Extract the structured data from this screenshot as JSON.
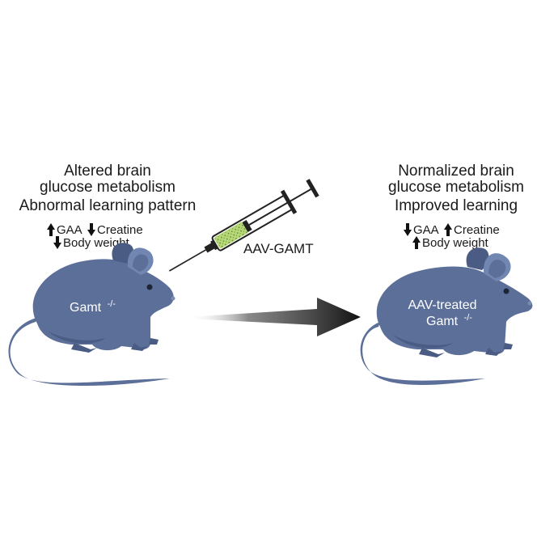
{
  "left_panel": {
    "heading": [
      "Altered brain",
      "glucose metabolism",
      "Abnormal learning pattern"
    ],
    "markers": {
      "gaa": "GAA",
      "gaa_direction": "up",
      "creatine": "Creatine",
      "creatine_direction": "down",
      "body_weight": "Body weight",
      "body_weight_direction": "down"
    },
    "mouse_label": "Gamt",
    "mouse_genotype": "-/-"
  },
  "injection": {
    "label": "AAV-GAMT"
  },
  "right_panel": {
    "heading": [
      "Normalized brain",
      "glucose metabolism",
      "Improved learning"
    ],
    "markers": {
      "gaa": "GAA",
      "gaa_direction": "down",
      "creatine": "Creatine",
      "creatine_direction": "up",
      "body_weight": "Body weight",
      "body_weight_direction": "up"
    },
    "mouse_label_line1": "AAV-treated",
    "mouse_label_line2": "Gamt",
    "mouse_genotype": "-/-"
  },
  "colors": {
    "mouse_body": "#5c6f98",
    "mouse_shadow": "#4a5c84",
    "mouse_light": "#7186b0",
    "arrow": "#111111",
    "syringe_fill": "#a9cf6a"
  }
}
